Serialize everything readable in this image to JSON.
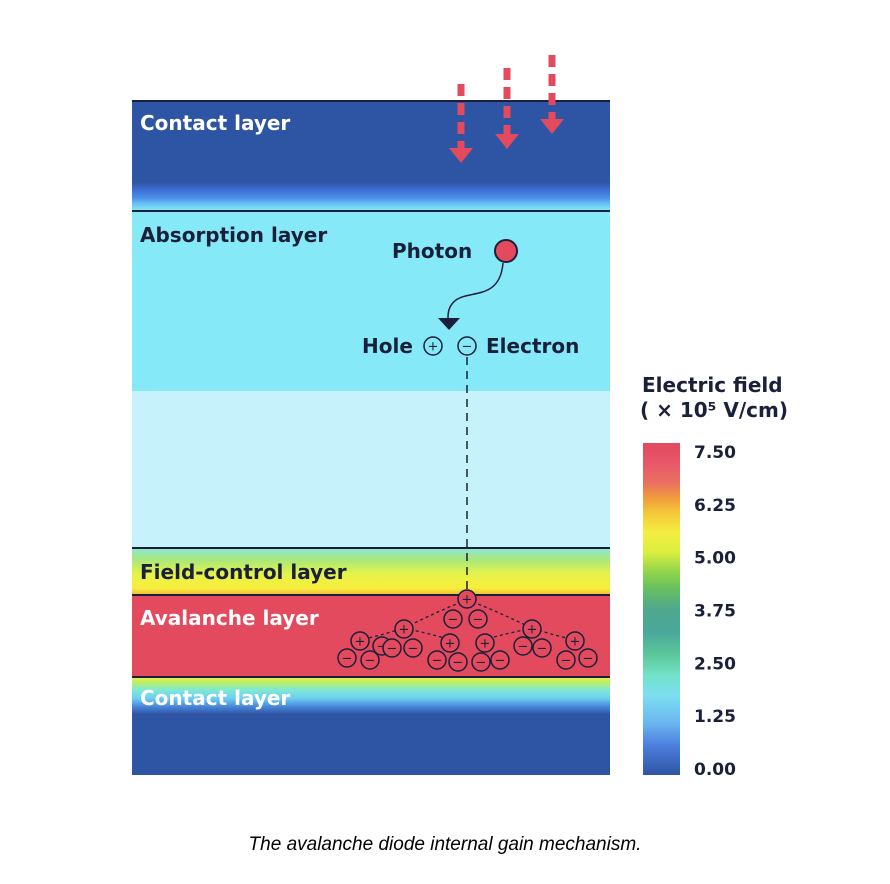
{
  "layers": {
    "contact_top": "Contact layer",
    "absorption": "Absorption layer",
    "field_control": "Field-control layer",
    "avalanche": "Avalanche layer",
    "contact_bottom": "Contact layer"
  },
  "labels": {
    "photon": "Photon",
    "hole": "Hole",
    "electron": "Electron",
    "plus": "+",
    "minus": "−"
  },
  "legend": {
    "title_line1": "Electric field",
    "title_line2": "( × 10⁵ V/cm)",
    "ticks": [
      "7.50",
      "6.25",
      "5.00",
      "3.75",
      "2.50",
      "1.25",
      "0.00"
    ]
  },
  "caption": "The avalanche diode internal gain mechanism.",
  "colors": {
    "contact": "#2e55a3",
    "absorption": "#86e9f8",
    "depletion": "#c6f3fb",
    "avalanche": "#e34a5e",
    "field_control": "#f7ee3c",
    "photon": "#e34a5e",
    "ink": "#1a1f3a"
  }
}
